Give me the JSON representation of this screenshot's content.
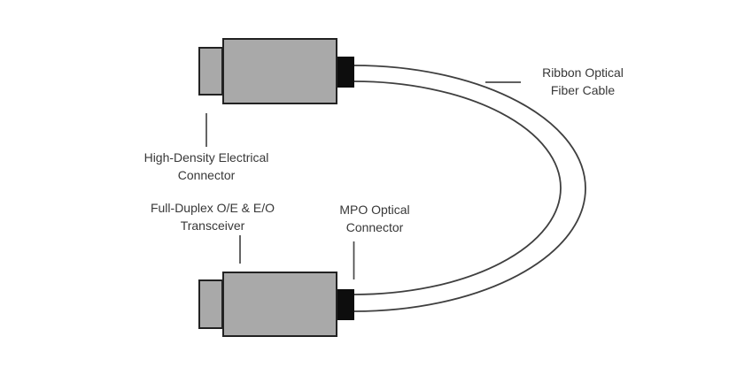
{
  "labels": {
    "high_density_electrical_connector": {
      "line1": "High-Density Electrical",
      "line2": "Connector"
    },
    "full_duplex_transceiver": {
      "line1": "Full-Duplex O/E & E/O",
      "line2": "Transceiver"
    },
    "mpo_optical_connector": {
      "line1": "MPO Optical",
      "line2": "Connector"
    },
    "ribbon_optical_fiber_cable": {
      "line1": "Ribbon Optical",
      "line2": "Fiber Cable"
    }
  },
  "colors": {
    "background": "#ffffff",
    "module_fill": "#a9a9a9",
    "module_border": "#222222",
    "black_connector": "#0d0d0d",
    "cable_stroke": "#3f3f3f",
    "leader_stroke": "#4a4a4a",
    "text": "#383838"
  }
}
